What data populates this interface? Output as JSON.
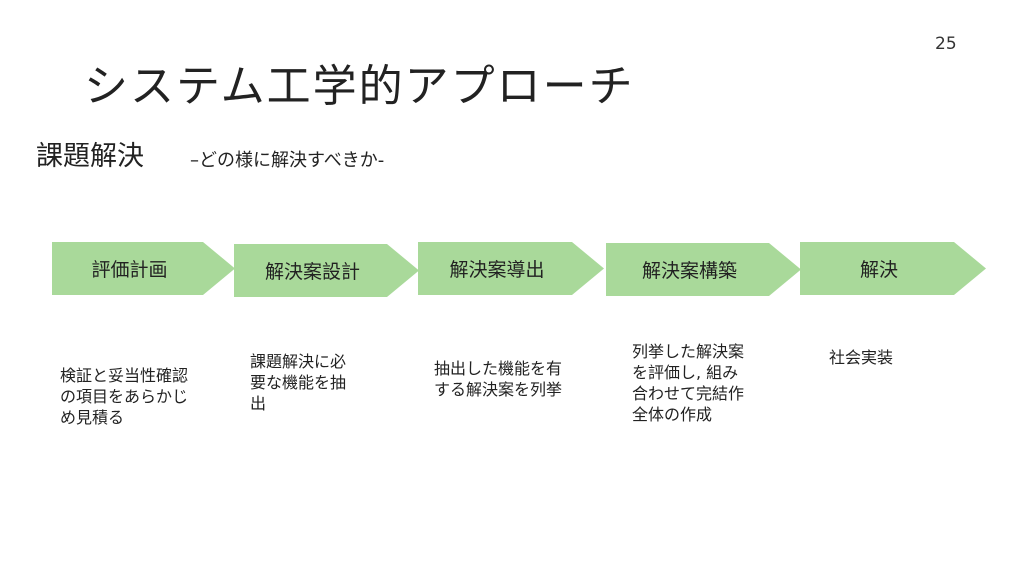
{
  "page_number": "25",
  "title": "システム工学的アプローチ",
  "subtitle": "課題解決",
  "subtitle_note": "–どの様に解決すべきか-",
  "steps": [
    {
      "label": "評価計画",
      "description": "検証と妥当性確認\nの項目をあらかじ\nめ見積る"
    },
    {
      "label": "解決案設計",
      "description": "課題解決に必\n要な機能を抽\n出"
    },
    {
      "label": "解決案導出",
      "description": "抽出した機能を有\nする解決案を列挙"
    },
    {
      "label": "解決案構築",
      "description": "列挙した解決案\nを評価し, 組み\n合わせて完結作\n全体の作成"
    },
    {
      "label": "解決",
      "description": "社会実装"
    }
  ],
  "colors": {
    "arrow_fill": "#a9d99a"
  }
}
